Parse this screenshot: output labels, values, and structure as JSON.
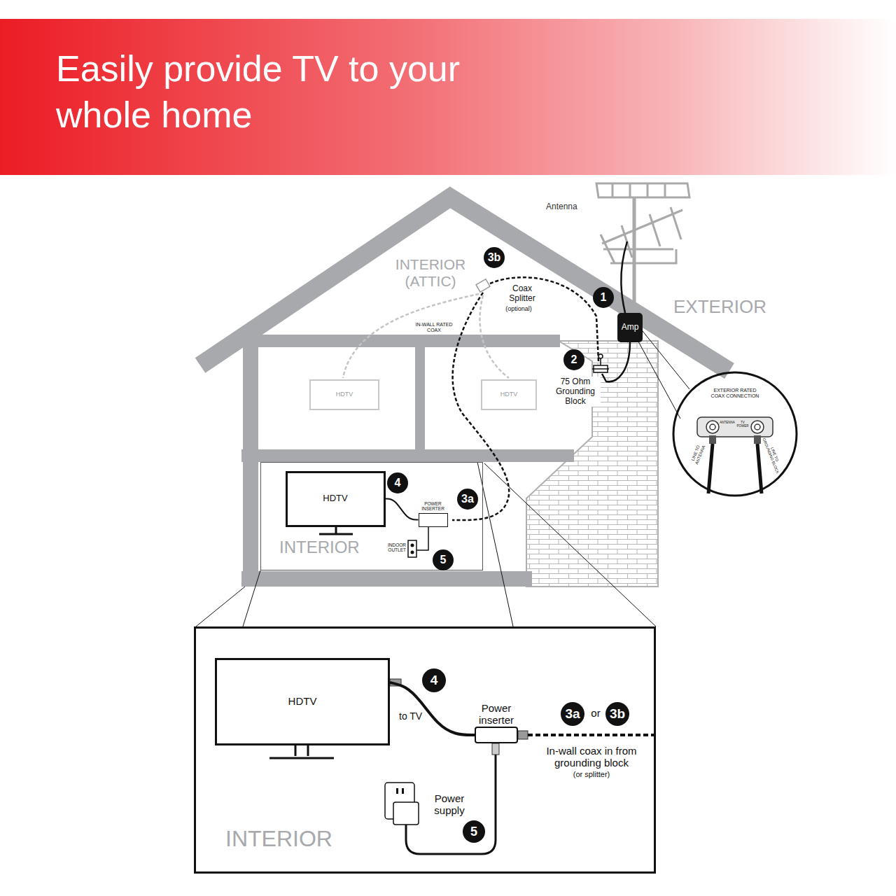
{
  "diagram": {
    "title": "Easily provide TV to your whole home",
    "nodes": [
      {
        "text": [
          "HDTV"
        ]
      },
      {
        "text": [
          "HDTV"
        ]
      },
      {
        "text": [
          "Amp"
        ]
      },
      {
        "text": [
          "EXTERIOR RATED COAX CONNECTION",
          "ANTENNA",
          "TV POWER",
          "LINE TO ANTENNA",
          "LINE TO GROUNDING BLOCK"
        ]
      },
      {
        "text": [
          "INTERIOR"
        ]
      },
      {
        "text": [
          "HDTV"
        ],
        "in": 4
      },
      {
        "text": [
          "POWER INSERTER"
        ],
        "in": 4
      },
      {
        "text": [
          "INTERIOR"
        ]
      },
      {
        "text": [
          "HDTV"
        ],
        "in": 7
      },
      {
        "text": [
          "Power inserter"
        ],
        "in": 7
      }
    ],
    "edges": [
      {
        "from": 6,
        "to": 5,
        "arrow": "none"
      },
      {
        "from": 9,
        "to": 8,
        "arrow": "none"
      }
    ],
    "labels": [
      "Antenna",
      "INTERIOR (ATTIC)",
      "3b",
      "Coax Splitter",
      "(optional)",
      "IN-WALL RATED COAX",
      "EXTERIOR",
      "1",
      "2",
      "75 Ohm Grounding Block",
      "4",
      "3a",
      "INDOOR OUTLET",
      "5",
      "4",
      "to TV",
      "3a",
      "or",
      "3b",
      "In-wall coax in from grounding block",
      "(or splitter)",
      "Power supply",
      "5"
    ]
  }
}
